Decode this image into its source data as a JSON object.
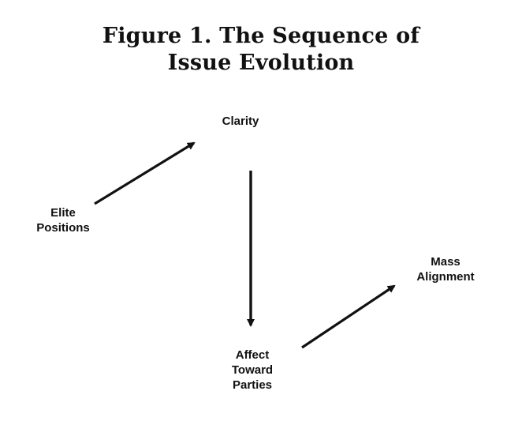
{
  "figure": {
    "title_line_1": "Figure 1. The Sequence of",
    "title_line_2": "Issue Evolution"
  },
  "nodes": {
    "clarity": [
      "Clarity"
    ],
    "elite_positions": [
      "Elite",
      "Positions"
    ],
    "mass_alignment": [
      "Mass",
      "Alignment"
    ],
    "affect_toward_parties": [
      "Affect",
      "Toward",
      "Parties"
    ]
  },
  "colors": {
    "ink": "#111111",
    "background": "#ffffff"
  }
}
